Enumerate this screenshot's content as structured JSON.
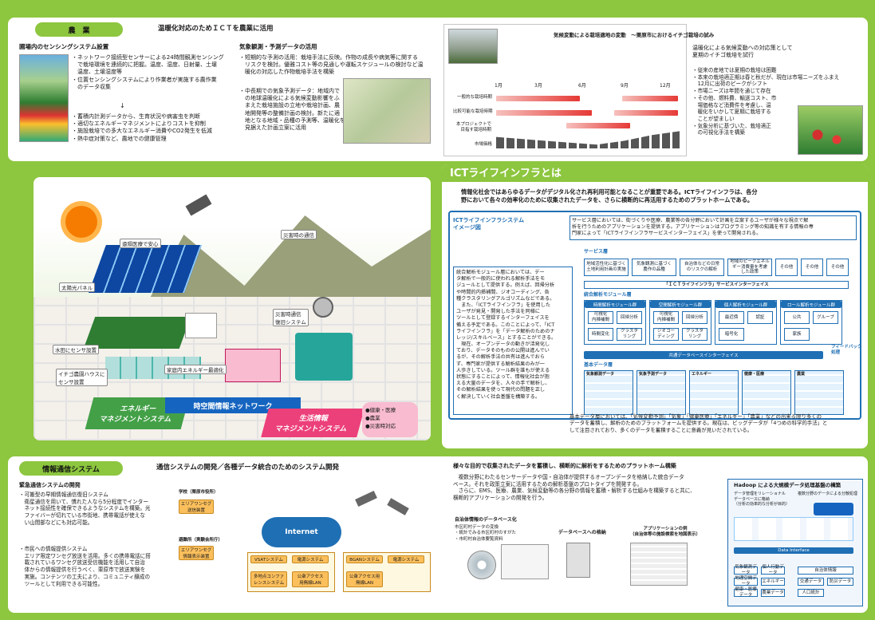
{
  "agri": {
    "badge": "農　業",
    "title": "温暖化対応のためＩＣＴを農業に活用",
    "sensing_title": "圃場内のセンシングシステム設置",
    "sensing_body": "・ネットワーク接続型センサーによる24時間観測センシング\n　で栽培環境を連続的に把握。温度、湿度、日射量、土壌\n　温度、土壌湿度等\n・位置センシングシステムにより作業者が実施する農作業\n　のデータ収集",
    "arrow": "↓",
    "sensing_body2": "・蓄積内計測データから、生育状況や病害虫を判断\n・適切なエネルギーマネジメントによりコストを抑制\n・施設栽培での多大なエネルギー消費やCO2発生を低減\n・熱中症対策など、農地での健康管理",
    "weather_title": "気象観測・予測データの活用",
    "weather_body": "・短期的な予測の活用：栽培手法に反映。作物の成長や病気等に関する\n　リスクを検討。優雅コスト等の見通しや運転スケジュールの検討など温\n　暖化の対応した作物栽培手法を構築",
    "weather_body2": "・中長期での気象予測データ：地域内で\n　の地球温暖化による気候変動影響をふ\n　まえた栽培施設の立地や栽培計画、農\n　地開発等の整備計画の検討。新たに適\n　地となる地域・品種の予測等、温暖化を\n　見据えた計画立案に活用",
    "chart_title": "気候変動による栽培適地の変動　～栗原市におけるイチゴ栽培の試み",
    "months": [
      "1月",
      "3月",
      "6月",
      "9月",
      "12月"
    ],
    "rows": [
      "一般的な栽培時期",
      "比較可能な栽培時期",
      "本プロジェクトで\n目指す栽培時期",
      "市場価格"
    ],
    "right_top": "温暖化による気候変動への対応策として\n夏期のイチゴ栽培を試行",
    "right_body": "・従来の産地では夏期の栽培は困難\n・本来の栽培適正期は春と秋だが、現在は市場ニーズをふまえ\n　12月に出荷のピークがシフト\n・市場ニーズは年間を通じて存在\n・その他、燃料費、輸送コスト、市\n　場価格など消費件を考慮し、温\n　暖化をいかして夏期に栽培する\n　ことが望ましい\n・気象分析に基づいた、栽培適正\n　の可視化手法を構築"
  },
  "ict": {
    "title": "ICTライフインフラとは",
    "intro": "情報化社会ではあらゆるデータがデジタル化され再利用可能となることが重要である。ICTライフインフラは、各分\n野において各々の効率化のために収集されたデータを、さらに横断的に再活用するためのプラットホームである。",
    "img_title": "ICTライフインフラシステム\nイメージ図",
    "service_note": "サービス層においては、街づくりや医療、農業等の各分野において計画を立案するユーザが様々な視点で解\n析を行うためのアプリケーションを提供する。アプリケーションはプログラミング等の知識を有する情報の専\n門家によって「ICTライフインフラサービスインターフェイス」を使って開発される。",
    "analysis_note": "統合解析モジュール層においては、デー\nタ解析で一般的に使われる解析手法をモ\nジュールとして提供する。例えば、回帰分析\nや時間的内挿補間、ジオコーディング、各\n種クラスタリングアルゴリズムなどである。\n　また、「ICTライフインフラ」を使用した\nユーザが発見・開発した手法を同様に\nツールとして登録するインターフェイスを\n備える予定である。このことによって、「ICT\nライフインフラ」を「データ解析のためのナ\nレッジ/スキルベース」とすることができる。\n　現在、オープンデータの動きが活発化し\nており、データそのものの公開は進んでい\nるが、その解析手法の共有は進んでおら\nず、専門家が提供する解析結果のみが一\n人歩きしている。ツール群を誰もが使える\n状態にすることによって、情報化社会が抱\nえる大量のデータを、人々の手で解析し、\nその解析結果を使って現代の問題を正し\nく解決していく社会基盤を構築する。",
    "service_layer": "サービス層",
    "services": [
      "地域活性化に基づく\n土地利用計画の実施",
      "気象観測に基づく\n農作の品種",
      "自治体などの日常\nのリスクの解析",
      "地域のピークエネル\nギー消費量を考慮\nした政策",
      "その他",
      "その他",
      "その他"
    ],
    "service_if": "「ＩＣＴライフインフラ」サービスインターフェイス",
    "module_layer": "統合解析モジュール層",
    "groups": [
      {
        "name": "時間解析モジュール群",
        "items": [
          "可視化\n内挿補間",
          "回帰分析",
          "時間変化",
          "クラスタ\nリング"
        ]
      },
      {
        "name": "空間解析モジュール群",
        "items": [
          "可視化\n内挿補間",
          "回帰分析",
          "ジオコー\nディング",
          "クラスタ\nリング"
        ]
      },
      {
        "name": "個人解析モジュール群",
        "items": [
          "最近傍",
          "認証",
          "",
          "暗号化"
        ]
      },
      {
        "name": "ロール解析モジュール群",
        "items": [
          "公共",
          "グループ",
          "",
          "家族"
        ]
      }
    ],
    "feedback": "フィードバック\n処理",
    "data_if": "共通データベースインターフェイス",
    "data_layer": "基本データ層",
    "data_groups": [
      "気象観測データ",
      "気象予測データ",
      "エネルギー",
      "健康・医療",
      "農業"
    ],
    "data_note": "基本データ層においては、「気候変動予測」「気象」「健康医療」「エネルギー」「農業」などの出来る限り多くの\nデータを蓄積し、解析のためのプラットフォームを提供する。現在は、ビッグデータが「4つめの科学的手法」と\nして注目されており、多くのデータを蓄積することに意義が見いだされている。",
    "map_labels": [
      "遠隔医療で安心",
      "災害時の通信",
      "太陽光パネル",
      "水田にセンサ設置",
      "イチゴ農園ハウスに\nセンサ設置",
      "家庭内エネルギー最適化",
      "災害時通信\n復旧システム",
      "エネルギー\nマネジメントシステム",
      "時空間情報ネットワーク",
      "生活情報\nマネジメントシステム"
    ],
    "bubbles": [
      "●健康・医療",
      "●農業",
      "●災害時対応"
    ]
  },
  "comm": {
    "badge": "情報通信システム",
    "title": "通信システムの開発／各種データ統合のためのシステム開発",
    "emergency_title": "緊急通信システムの開発",
    "emergency_body": "・可搬型の早期情報通信復旧システム\n　衛星通信を用いて、慣れた人なら5分程度でインター\n　ネット接続性を確保できるようなシステムを構築。光\n　ファイバーが切れている市街地、携帯電話が使えな\n　い山間部などにも対応可能。",
    "citizen_body": "・市民への情報提供システム\n　エリア限定ワンセグ放送を活用。多くの携帯電話に搭\n　載されているワンセグ放送受信機能を活用して自治\n　体からの情報提供を行うべく、栗原市で放送実験を\n　実施。コンテンツの工夫により、コミュニティ醸成の\n　ツールとして利用できる可能性。",
    "nodes": [
      "学校（栗原市役所）",
      "エリアワンセグ\n送信装置",
      "避難所（実験会所庁）",
      "エリアワンセグ\n情報表示装置",
      "Internet",
      "VSATシステム",
      "電源システム",
      "BGANシステム",
      "電源システム",
      "多地点コンファ\nレンスシステム",
      "公衆アクセス\n用無線LAN",
      "公衆アクセス用\n無線LAN"
    ],
    "platform_title": "様々な目的で収集されたデータを蓄積し、横断的に解析をするためのプラットホーム構築",
    "platform_body": "　複数分野にわたるセンサーデータや国・自治体が提供するオープンデータを格納した統合データ\nベース。それを政策立案に活用するための解析基盤のプロトタイプを開発する。\n　さらに、EMS、医療、農業、気候変動等の各分野の情報を蓄積・解析する仕組みを構築すると共に、\n横断的アプリケーションの開発を行う。",
    "steps": [
      "自治体情報のデータベース化",
      "データベースへの格納",
      "アプリケーションの例\n（自治体等の施設検索を地図表示）"
    ],
    "step_note": "市区町村データの変換\n・統計でみる市区町村のすがた\n・市町村自治体要覧資料",
    "hadoop_title": "Hadoop による大規模データ処理基盤の構築",
    "hadoop_items": [
      "データ管理をリレーショナル\nデータベースに格納\n（分析の効率的な分析が目的）",
      "複数分野のデータによる分散処理",
      "Data Interface"
    ],
    "bottom_boxes": [
      "気象観測データ",
      "個人行動データ",
      "地理空間データ",
      "エネルギー",
      "健康・医療データ",
      "農業データ",
      "自治体情報",
      "交通データ",
      "防災データ",
      "人口統計"
    ]
  }
}
